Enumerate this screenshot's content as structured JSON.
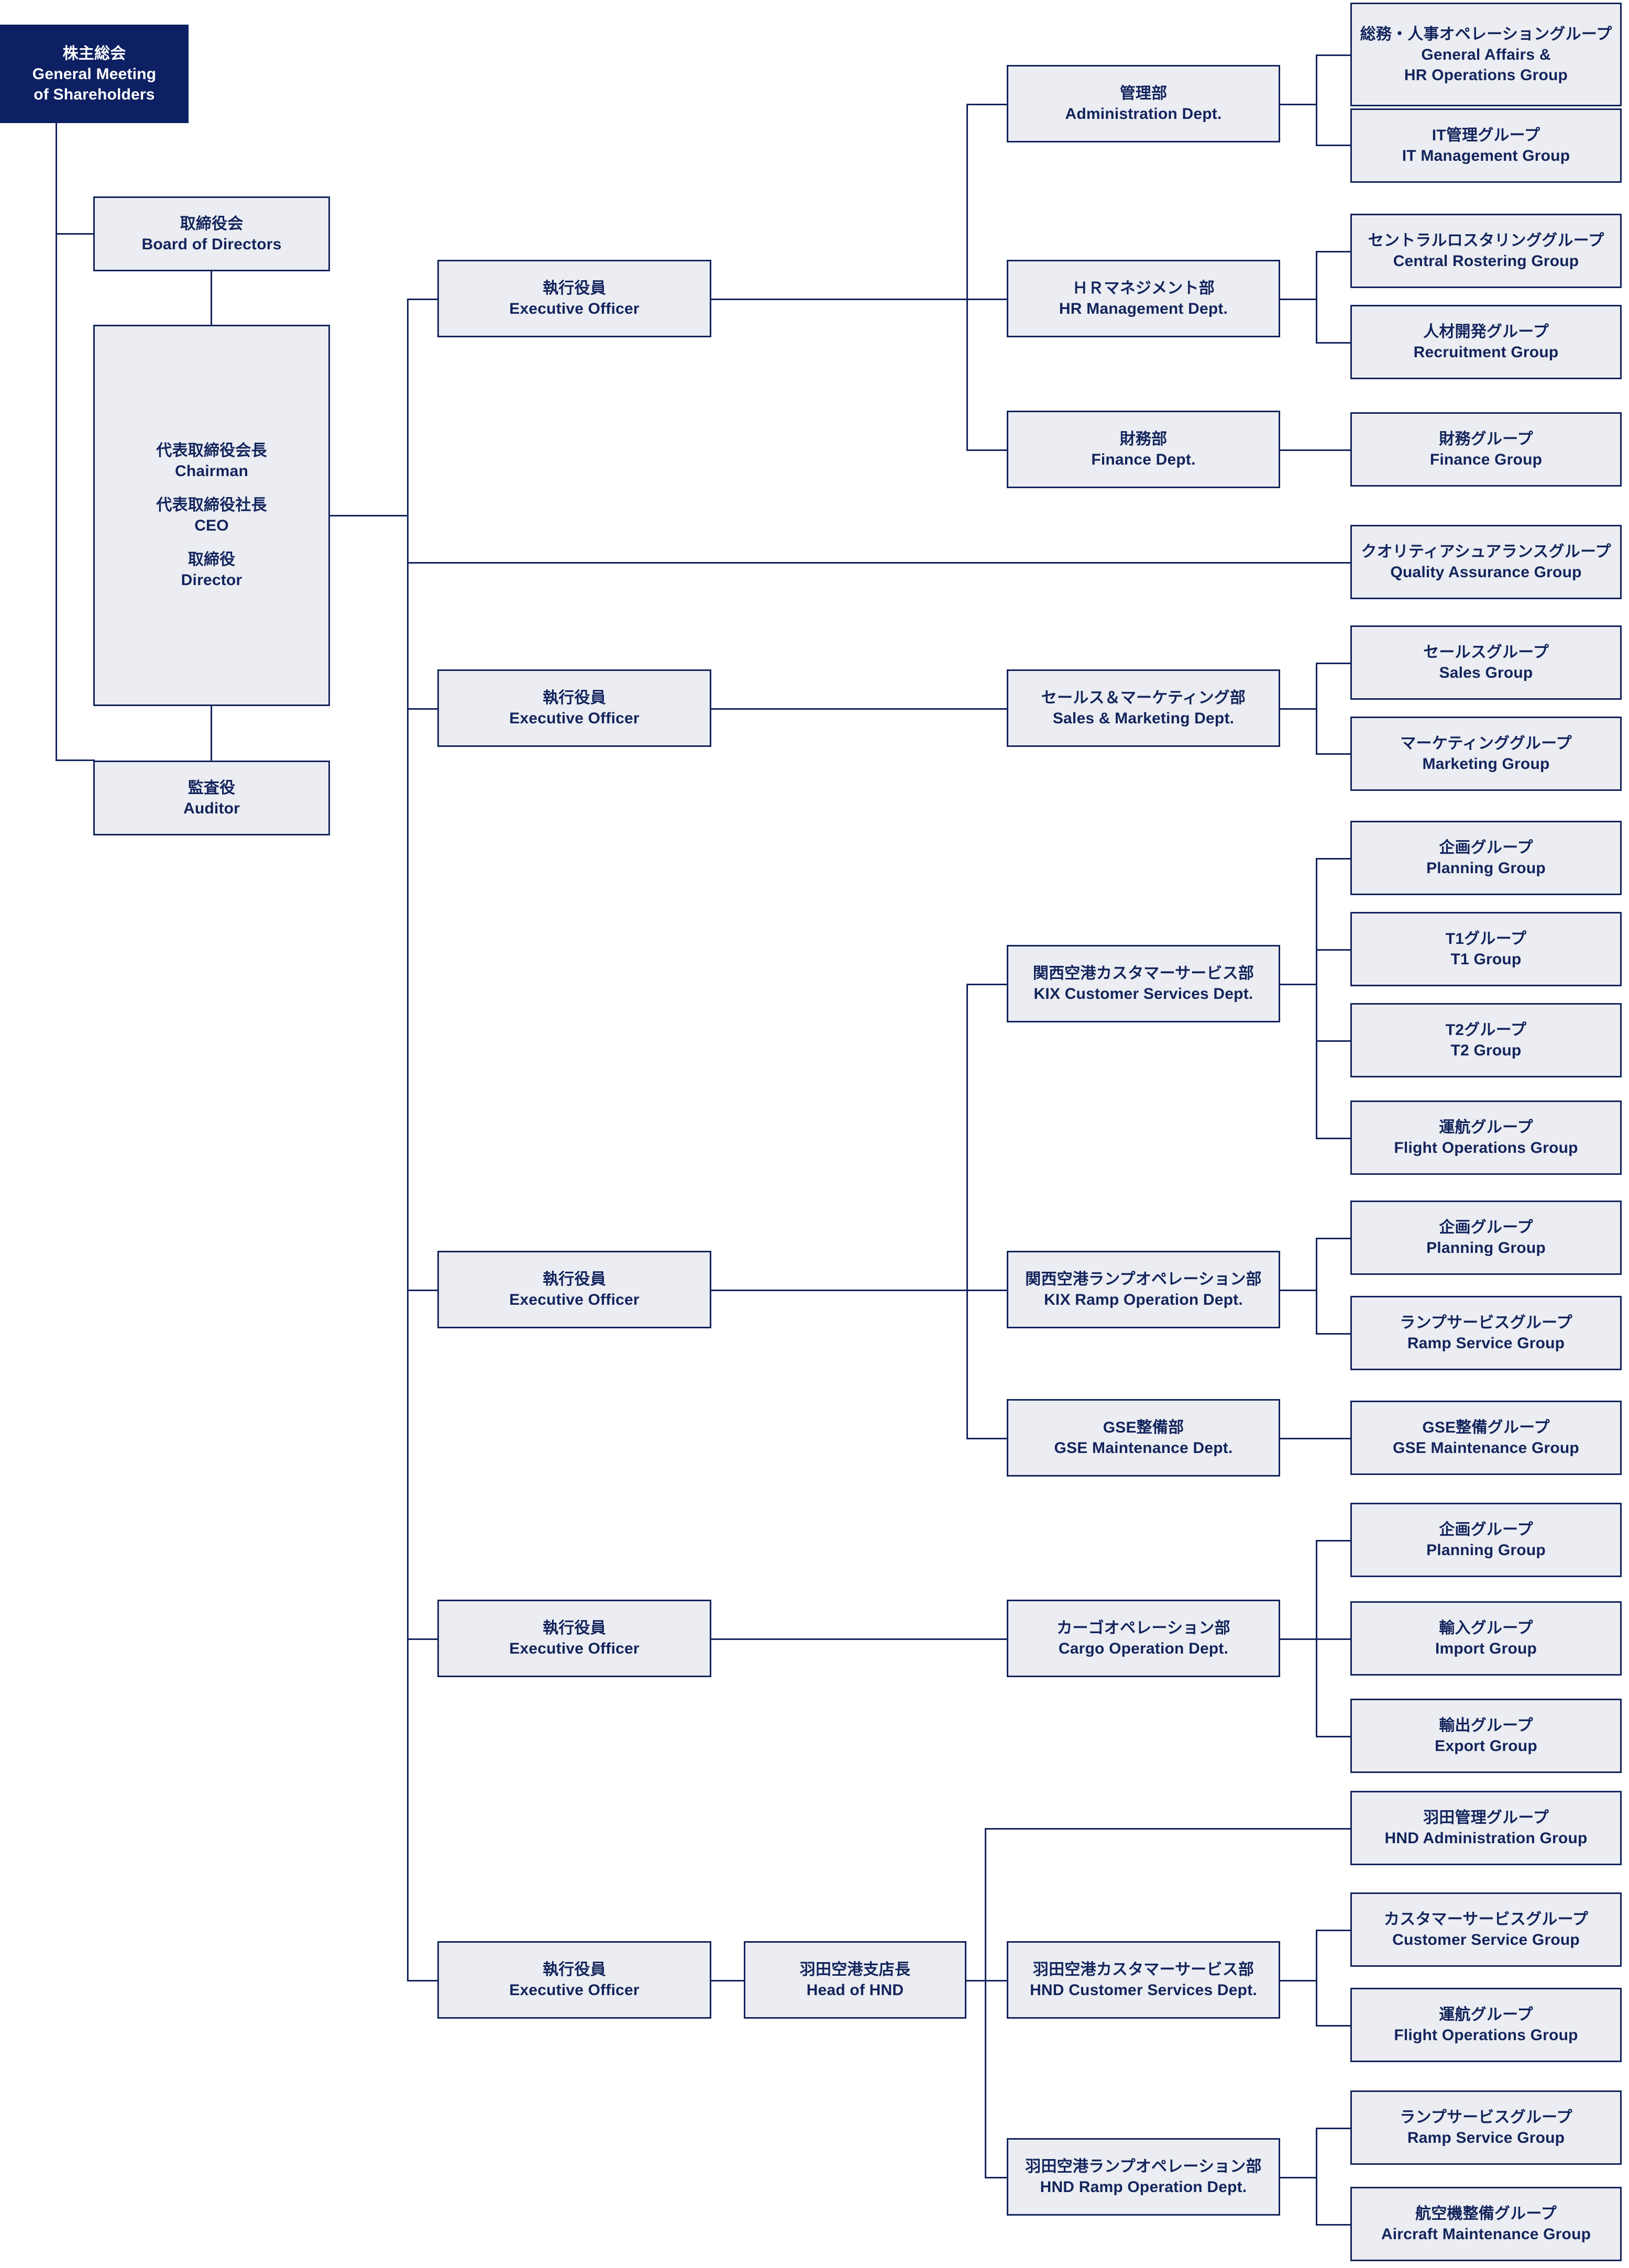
{
  "meta": {
    "title": "Organization Chart",
    "colors": {
      "root_bg": "#0d2063",
      "box_bg": "#ebedf2",
      "line": "#13245c",
      "text": "#13245c",
      "root_text": "#ffffff"
    }
  },
  "root": {
    "jp": "株主総会",
    "en1": "General Meeting",
    "en2": "of Shareholders"
  },
  "board": {
    "jp": "取締役会",
    "en": "Board of Directors"
  },
  "exec_block": {
    "l1_jp": "代表取締役会長",
    "l1_en": "Chairman",
    "l2_jp": "代表取締役社長",
    "l2_en": "CEO",
    "l3_jp": "取締役",
    "l3_en": "Director"
  },
  "auditor": {
    "jp": "監査役",
    "en": "Auditor"
  },
  "officers": [
    {
      "jp": "執行役員",
      "en": "Executive Officer"
    },
    {
      "jp": "執行役員",
      "en": "Executive Officer"
    },
    {
      "jp": "執行役員",
      "en": "Executive Officer"
    },
    {
      "jp": "執行役員",
      "en": "Executive Officer"
    },
    {
      "jp": "執行役員",
      "en": "Executive Officer"
    }
  ],
  "head_hnd": {
    "jp": "羽田空港支店長",
    "en": "Head of HND"
  },
  "departments": [
    {
      "jp": "管理部",
      "en": "Administration Dept."
    },
    {
      "jp": "ＨＲマネジメント部",
      "en": "HR Management Dept."
    },
    {
      "jp": "財務部",
      "en": "Finance Dept."
    },
    {
      "jp": "セールス＆マーケティング部",
      "en": "Sales & Marketing Dept."
    },
    {
      "jp": "関西空港カスタマーサービス部",
      "en": "KIX Customer Services Dept."
    },
    {
      "jp": "関西空港ランプオペレーション部",
      "en": "KIX Ramp Operation Dept."
    },
    {
      "jp": "GSE整備部",
      "en": "GSE Maintenance Dept."
    },
    {
      "jp": "カーゴオペレーション部",
      "en": "Cargo Operation Dept."
    },
    {
      "jp": "羽田空港カスタマーサービス部",
      "en": "HND Customer Services Dept."
    },
    {
      "jp": "羽田空港ランプオペレーション部",
      "en": "HND Ramp Operation Dept."
    }
  ],
  "groups": [
    {
      "jp": "総務・人事オペレーショングループ",
      "en1": "General Affairs &",
      "en2": "HR Operations Group"
    },
    {
      "jp": "IT管理グループ",
      "en1": "IT Management Group",
      "en2": ""
    },
    {
      "jp": "セントラルロスタリンググループ",
      "en1": "Central Rostering Group",
      "en2": ""
    },
    {
      "jp": "人材開発グループ",
      "en1": "Recruitment Group",
      "en2": ""
    },
    {
      "jp": "財務グループ",
      "en1": "Finance Group",
      "en2": ""
    },
    {
      "jp": "クオリティアシュアランスグループ",
      "en1": "Quality Assurance Group",
      "en2": ""
    },
    {
      "jp": "セールスグループ",
      "en1": "Sales Group",
      "en2": ""
    },
    {
      "jp": "マーケティンググループ",
      "en1": "Marketing Group",
      "en2": ""
    },
    {
      "jp": "企画グループ",
      "en1": "Planning Group",
      "en2": ""
    },
    {
      "jp": "T1グループ",
      "en1": "T1 Group",
      "en2": ""
    },
    {
      "jp": "T2グループ",
      "en1": "T2 Group",
      "en2": ""
    },
    {
      "jp": "運航グループ",
      "en1": "Flight Operations Group",
      "en2": ""
    },
    {
      "jp": "企画グループ",
      "en1": "Planning Group",
      "en2": ""
    },
    {
      "jp": "ランプサービスグループ",
      "en1": "Ramp Service Group",
      "en2": ""
    },
    {
      "jp": "GSE整備グループ",
      "en1": "GSE Maintenance Group",
      "en2": ""
    },
    {
      "jp": "企画グループ",
      "en1": "Planning Group",
      "en2": ""
    },
    {
      "jp": "輸入グループ",
      "en1": "Import Group",
      "en2": ""
    },
    {
      "jp": "輸出グループ",
      "en1": "Export Group",
      "en2": ""
    },
    {
      "jp": "羽田管理グループ",
      "en1": "HND Administration Group",
      "en2": ""
    },
    {
      "jp": "カスタマーサービスグループ",
      "en1": "Customer Service Group",
      "en2": ""
    },
    {
      "jp": "運航グループ",
      "en1": "Flight Operations Group",
      "en2": ""
    },
    {
      "jp": "ランプサービスグループ",
      "en1": "Ramp Service Group",
      "en2": ""
    },
    {
      "jp": "航空機整備グループ",
      "en1": "Aircraft Maintenance Group",
      "en2": ""
    }
  ]
}
